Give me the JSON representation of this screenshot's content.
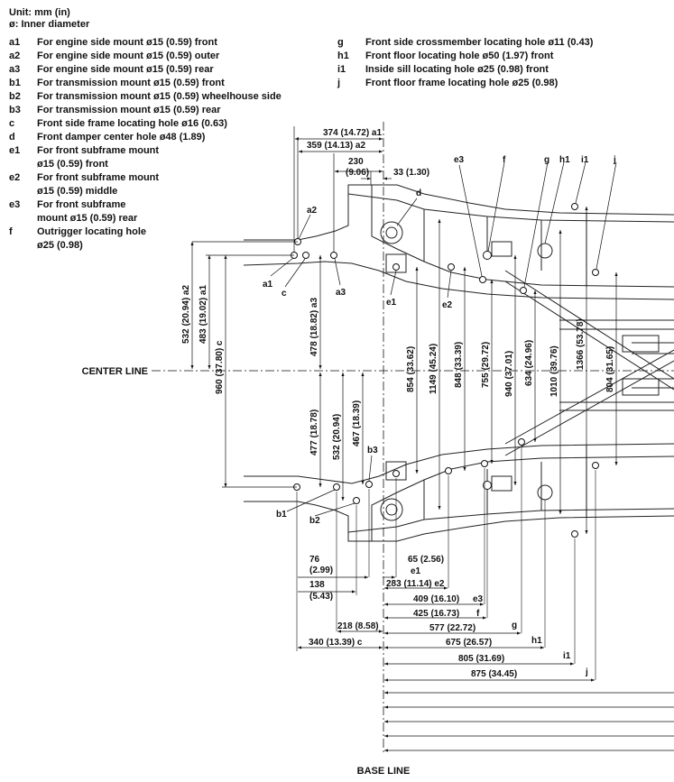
{
  "header": {
    "unit": "Unit: mm (in)",
    "diameter_note": "ø: Inner diameter"
  },
  "legend_left": [
    {
      "key": "a1",
      "text": "For engine side mount ø15 (0.59) front"
    },
    {
      "key": "a2",
      "text": "For engine side mount ø15 (0.59) outer"
    },
    {
      "key": "a3",
      "text": "For engine side mount ø15 (0.59) rear"
    },
    {
      "key": "b1",
      "text": "For transmission mount ø15 (0.59) front"
    },
    {
      "key": "b2",
      "text": "For transmission mount ø15 (0.59) wheelhouse side"
    },
    {
      "key": "b3",
      "text": "For transmission mount ø15 (0.59) rear"
    },
    {
      "key": "c",
      "text": "Front side frame locating hole ø16 (0.63)"
    },
    {
      "key": "d",
      "text": "Front damper center hole ø48 (1.89)"
    },
    {
      "key": "e1",
      "text": "For front subframe mount",
      "text2": "ø15 (0.59) front"
    },
    {
      "key": "e2",
      "text": "For front subframe mount",
      "text2": "ø15 (0.59) middle"
    },
    {
      "key": "e3",
      "text": "For front subframe",
      "text2": "mount ø15 (0.59) rear"
    },
    {
      "key": "f",
      "text": "Outrigger locating hole",
      "text2": "ø25 (0.98)"
    }
  ],
  "legend_right": [
    {
      "key": "g",
      "text": "Front side crossmember locating hole ø11 (0.43)"
    },
    {
      "key": "h1",
      "text": "Front floor locating hole ø50 (1.97) front"
    },
    {
      "key": "i1",
      "text": "Inside sill locating hole ø25 (0.98) front"
    },
    {
      "key": "j",
      "text": "Front floor frame locating hole ø25 (0.98)"
    }
  ],
  "lines": {
    "center": "CENTER LINE",
    "base": "BASE LINE"
  },
  "top_dims": [
    {
      "text": "374 (14.72) a1"
    },
    {
      "text": "359 (14.13) a2"
    },
    {
      "text": "230"
    },
    {
      "text": "(9.06)"
    },
    {
      "text": "33 (1.30)"
    }
  ],
  "callouts": [
    {
      "text": "a2"
    },
    {
      "text": "d"
    },
    {
      "text": "a1"
    },
    {
      "text": "c"
    },
    {
      "text": "a3"
    },
    {
      "text": "e1"
    },
    {
      "text": "e2"
    },
    {
      "text": "e3"
    },
    {
      "text": "f"
    },
    {
      "text": "g"
    },
    {
      "text": "h1"
    },
    {
      "text": "i1"
    },
    {
      "text": "j"
    },
    {
      "text": "b3"
    },
    {
      "text": "b1"
    },
    {
      "text": "b2"
    }
  ],
  "vertical_dims": [
    {
      "text": "532 (20.94) a2"
    },
    {
      "text": "483 (19.02) a1"
    },
    {
      "text": "960 (37.80) c"
    },
    {
      "text": "478 (18.82) a3"
    },
    {
      "text": "477 (18.78)"
    },
    {
      "text": "532 (20.94)"
    },
    {
      "text": "467 (18.39)"
    },
    {
      "text": "854 (33.62)"
    },
    {
      "text": "1149 (45.24)"
    },
    {
      "text": "848 (33.39)"
    },
    {
      "text": "755 (29.72)"
    },
    {
      "text": "940 (37.01)"
    },
    {
      "text": "634 (24.96)"
    },
    {
      "text": "1010 (39.76)"
    },
    {
      "text": "1366 (53.78)"
    },
    {
      "text": "804 (31.65)"
    }
  ],
  "bottom_dims": [
    {
      "text": "76"
    },
    {
      "text": "(2.99)"
    },
    {
      "text": "65 (2.56)"
    },
    {
      "text": "e1"
    },
    {
      "text": "138"
    },
    {
      "text": "(5.43)"
    },
    {
      "text": "283 (11.14) e2"
    },
    {
      "text": "409 (16.10)"
    },
    {
      "text": "e3"
    },
    {
      "text": "425 (16.73)"
    },
    {
      "text": "f"
    },
    {
      "text": "218 (8.58)"
    },
    {
      "text": "577 (22.72)"
    },
    {
      "text": "g"
    },
    {
      "text": "340 (13.39) c"
    },
    {
      "text": "675 (26.57)"
    },
    {
      "text": "h1"
    },
    {
      "text": "805 (31.69)"
    },
    {
      "text": "i1"
    },
    {
      "text": "875 (34.45)"
    },
    {
      "text": "j"
    }
  ]
}
